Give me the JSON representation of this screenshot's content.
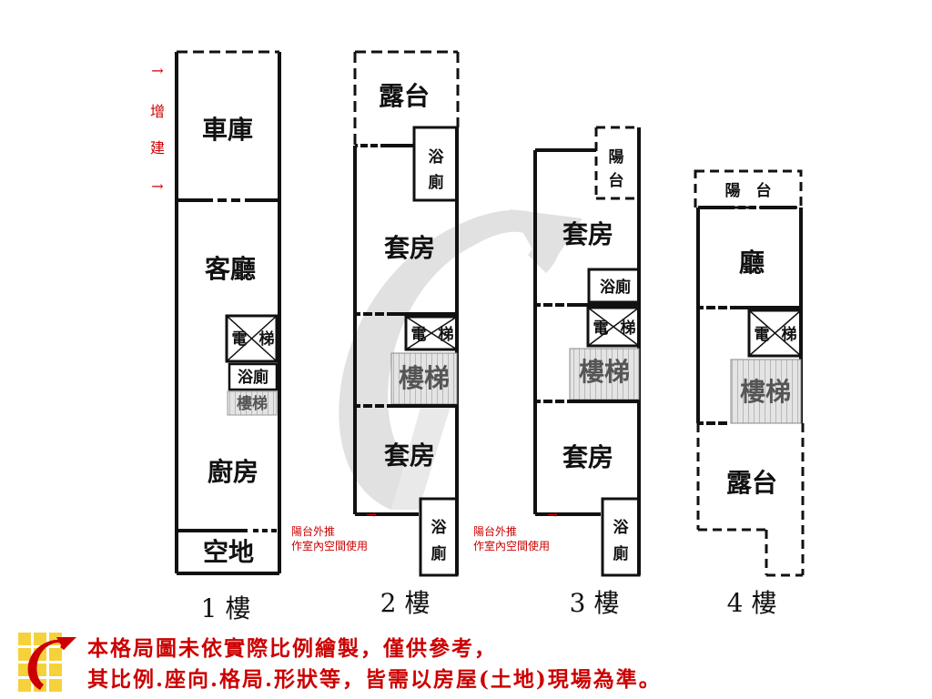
{
  "colors": {
    "wall": "#111111",
    "accent_red": "#cc0000",
    "logo_yellow": "#f5d23c",
    "watermark": "#d9d9d9",
    "stair_fill": "#dcdcdc"
  },
  "floor_labels": [
    "1 樓",
    "2 樓",
    "3 樓",
    "4 樓"
  ],
  "floor1": {
    "garage": "車庫",
    "living": "客廳",
    "elevator_a": "電",
    "elevator_b": "梯",
    "bath": "浴廁",
    "stairs": "樓梯",
    "kitchen": "廚房",
    "open_space": "空地"
  },
  "floor2": {
    "terrace": "露台",
    "bath_top_a": "浴",
    "bath_top_b": "廁",
    "suite_top": "套房",
    "elevator_a": "電",
    "elevator_b": "梯",
    "stairs": "樓梯",
    "suite_bottom": "套房",
    "bath_bottom_a": "浴",
    "bath_bottom_b": "廁"
  },
  "floor3": {
    "balcony_a": "陽",
    "balcony_b": "台",
    "suite_top": "套房",
    "bath_mid": "浴廁",
    "elevator_a": "電",
    "elevator_b": "梯",
    "stairs": "樓梯",
    "suite_bottom": "套房",
    "bath_bottom_a": "浴",
    "bath_bottom_b": "廁"
  },
  "floor4": {
    "balcony": "陽　台",
    "hall": "廳",
    "elevator_a": "電",
    "elevator_b": "梯",
    "stairs": "樓梯",
    "terrace": "露台"
  },
  "annotations": {
    "extension_a": "增",
    "extension_b": "建",
    "balcony_note_line1": "陽台外推",
    "balcony_note_line2": "作室內空間使用",
    "arrow": "→"
  },
  "disclaimer": {
    "line1": "本格局圖未依實際比例繪製，僅供參考，",
    "line2": "其比例.座向.格局.形狀等，皆需以房屋(土地)現場為準。"
  }
}
